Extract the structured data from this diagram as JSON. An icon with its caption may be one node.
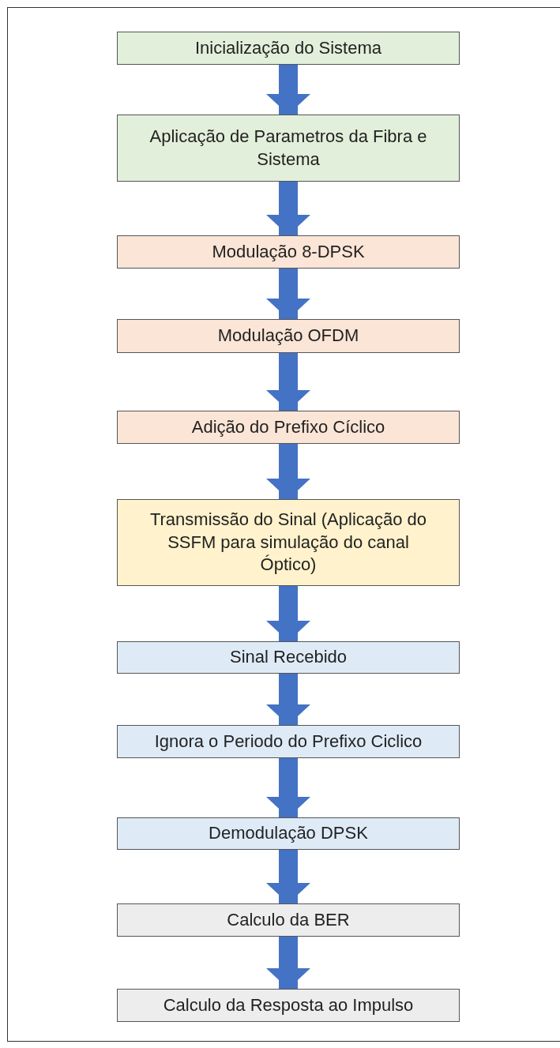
{
  "diagram": {
    "nodes": [
      {
        "text": [
          "Inicialização do Sistema"
        ]
      },
      {
        "text": [
          "Aplicação de Parametros da Fibra e Sistema"
        ]
      },
      {
        "text": [
          "Modulação 8-DPSK"
        ]
      },
      {
        "text": [
          "Modulação OFDM"
        ]
      },
      {
        "text": [
          "Adição do Prefixo Cíclico"
        ]
      },
      {
        "text": [
          "Transmissão do Sinal (Aplicação do SSFM para simulação do canal Óptico)"
        ]
      },
      {
        "text": [
          "Sinal Recebido"
        ]
      },
      {
        "text": [
          "Ignora o Periodo do Prefixo Ciclico"
        ]
      },
      {
        "text": [
          "Demodulação DPSK"
        ]
      },
      {
        "text": [
          "Calculo da BER"
        ]
      },
      {
        "text": [
          "Calculo da Resposta ao Impulso"
        ]
      }
    ],
    "edges": [
      {
        "from": 0,
        "to": 1,
        "arrow": "to"
      },
      {
        "from": 1,
        "to": 2,
        "arrow": "to"
      },
      {
        "from": 2,
        "to": 3,
        "arrow": "to"
      },
      {
        "from": 3,
        "to": 4,
        "arrow": "to"
      },
      {
        "from": 4,
        "to": 5,
        "arrow": "to"
      },
      {
        "from": 5,
        "to": 6,
        "arrow": "to"
      },
      {
        "from": 6,
        "to": 7,
        "arrow": "to"
      },
      {
        "from": 7,
        "to": 8,
        "arrow": "to"
      },
      {
        "from": 8,
        "to": 9,
        "arrow": "to"
      },
      {
        "from": 9,
        "to": 10,
        "arrow": "to"
      }
    ]
  }
}
